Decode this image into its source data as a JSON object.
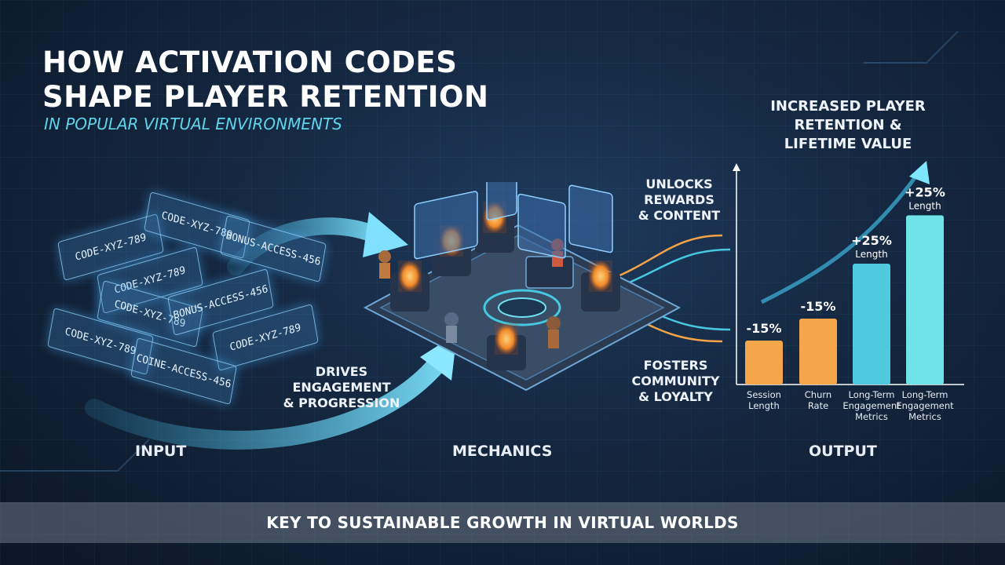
{
  "title_line1": "HOW ACTIVATION CODES",
  "title_line2": "SHAPE PLAYER RETENTION",
  "subtitle": "IN POPULAR VIRTUAL ENVIRONMENTS",
  "input": {
    "label": "INPUT",
    "codes": [
      "CODE-XYZ-789",
      "CODE-XYZ-789",
      "BONUS-ACCESS-456",
      "CODE-XYZ-789",
      "CODE-XYZ-789",
      "BONUS-ACCESS-456",
      "CODE-XYZ-789",
      "CODE-XYZ-789",
      "COINE-ACCESS-456"
    ]
  },
  "flows": {
    "drives_line1": "DRIVES",
    "drives_line2": "ENGAGEMENT",
    "drives_line3": "& PROGRESSION",
    "unlocks_line1": "UNLOCKS",
    "unlocks_line2": "REWARDS",
    "unlocks_line3": "& CONTENT",
    "fosters_line1": "FOSTERS",
    "fosters_line2": "COMMUNITY",
    "fosters_line3": "& LOYALTY"
  },
  "mechanics": {
    "label": "MECHANICS"
  },
  "output": {
    "label": "OUTPUT",
    "headline_line1": "INCREASED PLAYER",
    "headline_line2": "RETENTION &",
    "headline_line3": "LIFETIME VALUE"
  },
  "chart_data": {
    "type": "bar",
    "categories": [
      [
        "Session",
        "Length"
      ],
      [
        "Churn",
        "Rate"
      ],
      [
        "Long-Term",
        "Engagement",
        "Metrics"
      ],
      [
        "Long-Term",
        "Engagement",
        "Metrics"
      ]
    ],
    "values": [
      20,
      30,
      55,
      77
    ],
    "data_labels": [
      "-15%",
      "-15%",
      "+25%",
      "+25%"
    ],
    "data_sublabels": [
      "",
      "",
      "Length",
      "Length"
    ],
    "ylim": [
      0,
      100
    ],
    "colors": [
      "#f5a54a",
      "#f5a54a",
      "#4fc9de",
      "#6ee3e8"
    ]
  },
  "footer": "KEY TO SUSTAINABLE GROWTH IN VIRTUAL WORLDS"
}
